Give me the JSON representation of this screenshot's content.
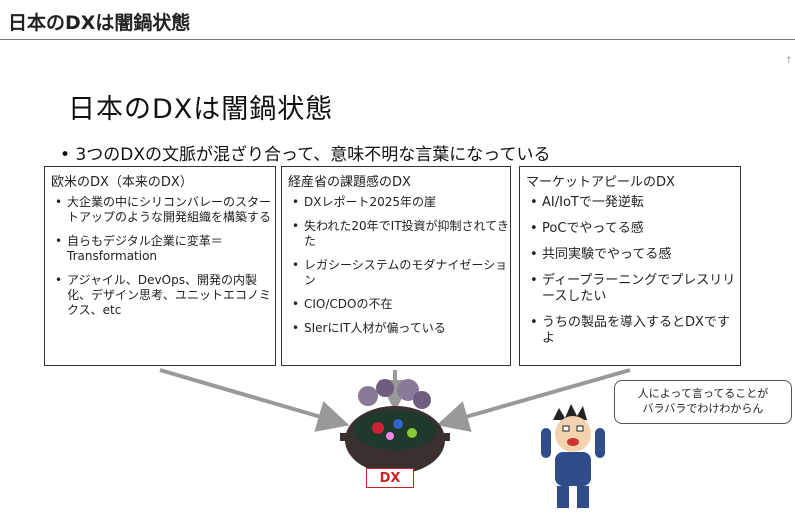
{
  "page_title": "日本のDXは闇鍋状態",
  "slide": {
    "title": "日本のDXは闇鍋状態",
    "subtitle": "3つのDXの文脈が混ざり合って、意味不明な言葉になっている",
    "corner_mark": "↑",
    "boxes": [
      {
        "heading": "欧米のDX（本来のDX）",
        "items": [
          "大企業の中にシリコンバレーのスタートアップのような開発組織を構築する",
          "自らもデジタル企業に変革＝Transformation",
          "アジャイル、DevOps、開発の内製化、デザイン思考、ユニットエコノミクス、etc"
        ]
      },
      {
        "heading": "経産省の課題感のDX",
        "items": [
          "DXレポート2025年の崖",
          "失われた20年でIT投資が抑制されてきた",
          "レガシーシステムのモダナイゼーション",
          "CIO/CDOの不在",
          "SIerにIT人材が偏っている"
        ]
      },
      {
        "heading": "マーケットアピールのDX",
        "items": [
          "AI/IoTで一発逆転",
          "PoCでやってる感",
          "共同実験でやってる感",
          "ディープラーニングでプレスリリースしたい",
          "うちの製品を導入するとDXですよ"
        ]
      }
    ],
    "bubble_text": [
      "人によって言ってることが",
      "バラバラでわけわからん"
    ],
    "pot_label": "DX"
  }
}
